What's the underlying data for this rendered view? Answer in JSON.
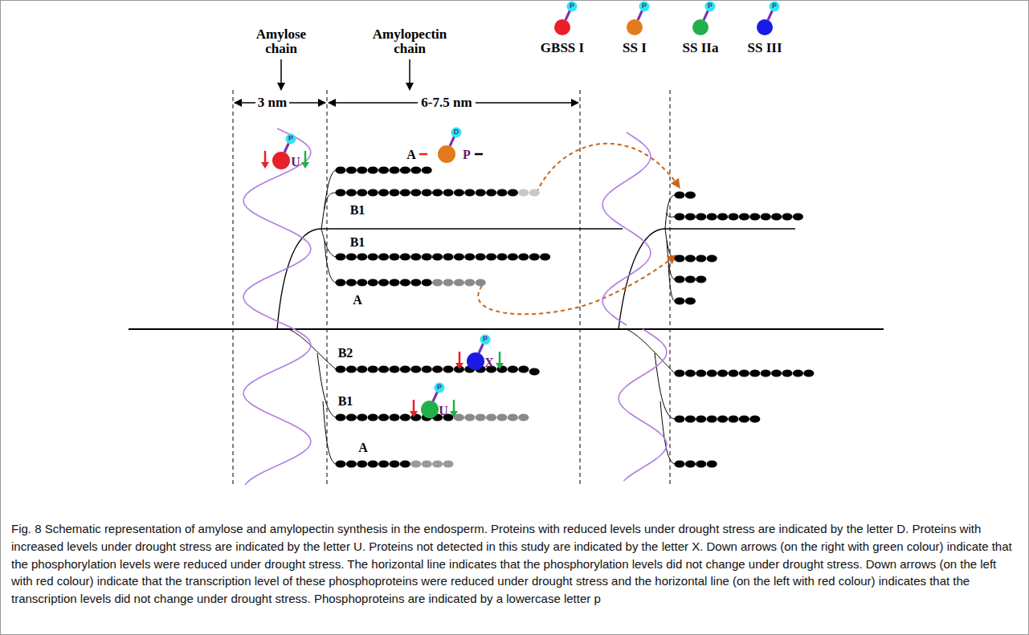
{
  "diagram": {
    "caption": "Fig. 8 Schematic representation of amylose and amylopectin synthesis in the endosperm. Proteins with reduced levels under drought stress are indicated by the letter D. Proteins with increased levels under drought stress are indicated by the letter U. Proteins not detected in this study are indicated by the letter X. Down arrows (on the right with green colour) indicate that the phosphorylation levels were reduced under drought stress. The horizontal line indicates that the phosphorylation levels did not change under drought stress. Down arrows (on the left with red colour) indicate that the transcription level of these phosphoproteins were reduced under drought stress and the horizontal line (on the left with red colour) indicates that the transcription levels did not change under drought stress. Phosphoproteins are indicated by a lowercase letter p",
    "labels": [
      "Amylose chain",
      "Amylopectin chain",
      "3 nm",
      "6-7.5 nm",
      "P",
      "P",
      "P",
      "P",
      "A",
      "D",
      "P",
      "P",
      "U",
      "B1",
      "B1",
      "A",
      "B2",
      "P",
      "X",
      "B1",
      "P",
      "U",
      "A"
    ],
    "legend": [
      {
        "text": "GBSS I",
        "color": "#e8202a"
      },
      {
        "text": "SS I",
        "color": "#e37b1c"
      },
      {
        "text": "SS IIa",
        "color": "#22b04a"
      },
      {
        "text": "SS III",
        "color": "#1a1ae6"
      }
    ]
  }
}
